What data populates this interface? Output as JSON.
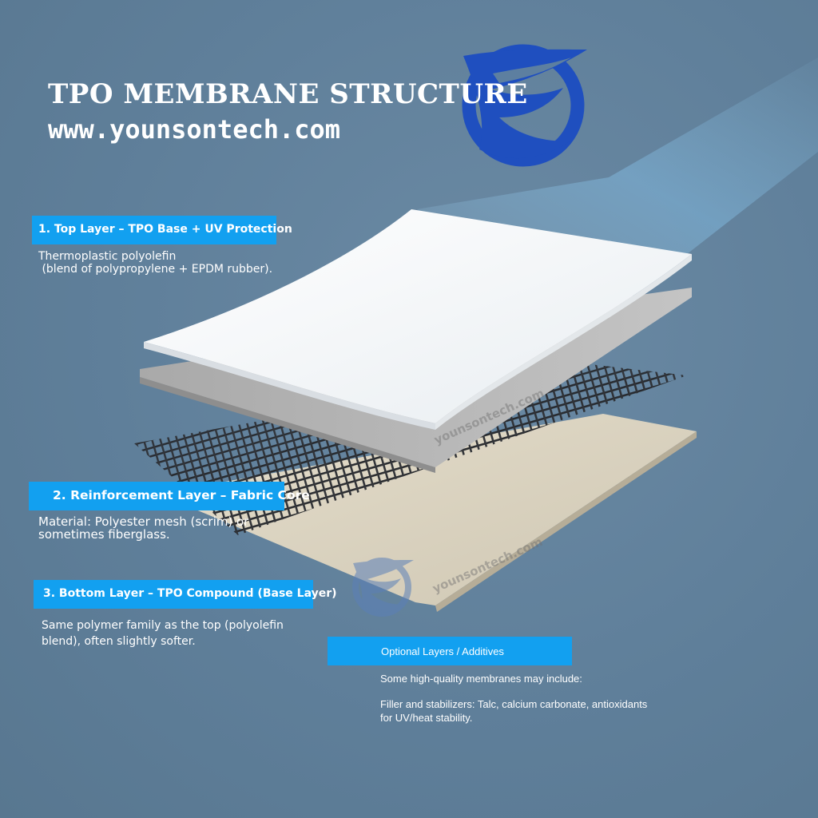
{
  "header": {
    "title": "TPO MEMBRANE STRUCTURE",
    "website": "www.younsontech.com"
  },
  "layers": [
    {
      "label": "1. Top Layer – TPO Base + UV Protection",
      "description": [
        "Thermoplastic polyolefin",
        " (blend of polypropylene + EPDM rubber)."
      ]
    },
    {
      "label": "2. Reinforcement Layer – Fabric Core",
      "description": [
        "Material: Polyester mesh (scrim) or",
        "sometimes fiberglass."
      ]
    },
    {
      "label": "3. Bottom Layer – TPO Compound (Base Layer)",
      "description": [
        "Same polymer family as the top (polyolefin",
        "blend), often slightly softer."
      ]
    }
  ],
  "optional": {
    "label": "Optional Layers / Additives",
    "intro": "Some high-quality membranes may include:",
    "detail": [
      "Filler and stabilizers: Talc, calcium carbonate, antioxidants",
      "for UV/heat stability."
    ]
  },
  "watermark": {
    "text_1": "younsontech.com",
    "text_2": "younsontech.com"
  },
  "colors": {
    "background": "#5f7f9a",
    "label_box": "#12a0f0",
    "logo_blue": "#1f4fbf",
    "top_sheet": "#f7f9fb",
    "gray_sheet": "#b5b5b5",
    "mesh": "#2a2c30",
    "base_sheet": "#dad3c1"
  }
}
